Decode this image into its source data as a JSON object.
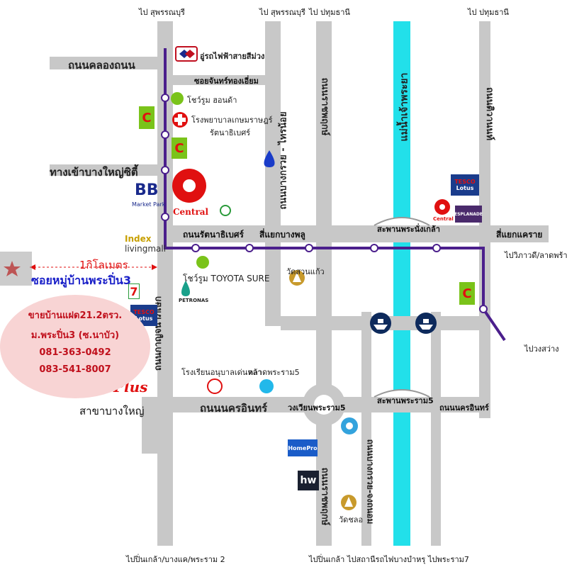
{
  "directions": {
    "top_suphan_left": "ไป สุพรรณบุรี",
    "top_suphan_right": "ไป สุพรรณบุรี",
    "top_pathum_1": "ไป ปทุมธานี",
    "top_pathum_2": "ไป ปทุมธานี",
    "right_wong_sawang": "ไปวงสว่าง",
    "right_vibhavadi": "ไปวิภาวดี/ลาดพร้าว",
    "bottom_pinklao_1": "ไปปิ่นเกล้า/บางแค/พระราม 2",
    "bottom_pinklao_2": "ไปปิ่นเกล้า",
    "bottom_tao_poon": "ไปสถานีรถไฟบางบำหรุ",
    "bottom_rama7": "ไปพระราม7"
  },
  "roads": {
    "khlong_thanon": "ถนนคลองถนน",
    "bang_yai_entrance": "ทางเข้าบางใหญ่ซิตี้",
    "soi_chan_thongiam": "ซอยจันทร์ทองเอี่ยม",
    "rattanathibet": "ถนนรัตนาธิเบศร์",
    "bang_phlu_junction": "สี่แยกบางพลู",
    "phra_nang_klao_bridge": "สะพานพระนั่งเกล้า",
    "khae_rai_junction": "สี่แยกแคราย",
    "nakhon_in": "ถนนนครอินทร์",
    "nakhon_in_right": "ถนนนครอินทร์",
    "rama5_circle": "วงเวียนพระราม5",
    "rama5_bridge": "สะพานพระราม5",
    "kanchanaphisek": "ถนนกาญจนาภิเษก",
    "bang_kruai_sai_noi": "ถนนบางกรวย - ไทรน้อย",
    "ratchaphruek_top": "ถนนราชพฤกษ์",
    "ratchaphruek_bottom": "ถนนราชพฤกษ์",
    "chaophraya_river": "แม่น้ำเจ้าพระยา",
    "tiwanon": "ถนนติวานนท์",
    "bang_kruai_tha_nam": "ถนนบางกรวย-จงถนอม"
  },
  "pois": {
    "purple_line_depot": "อู่รถไฟฟ้าสายสีม่วง",
    "honda_showroom": "โชว์รูม ฮอนด้า",
    "kasemrad_hospital_1": "โรงพยาบาลเกษมราษฎร์",
    "kasemrad_hospital_2": "รัตนาธิเบศร์",
    "bb_market": "BB",
    "bb_market_sub": "Market Park",
    "central": "Central",
    "index_living_1": "Index",
    "index_living_2": "livingmall",
    "toyota_showroom": "โชว์รูม TOYOTA SURE",
    "wat_suan_kaeo": "วัดสวนแก้ว",
    "tesco_lotus_left_1": "TESCO",
    "tesco_lotus_left_2": "Lotus",
    "tesco_lotus_right_1": "TESCO",
    "tesco_lotus_right_2": "Lotus",
    "petronas": "PETRONAS",
    "school": "โรงเรียนอนุบาลเด่นหล้า",
    "rama5_market": "ตลาดพระราม5",
    "homepro": "HomePro",
    "hw": "hw",
    "wat_chalo": "วัดชลอ",
    "big_c_letter": "C",
    "central_right": "Central",
    "esplanade": "ESPLANADE",
    "plus_logo": "Plus",
    "bang_yai_branch": "สาขาบางใหญ่",
    "seven_eleven": "7"
  },
  "property": {
    "distance": "1กิโลเมตร",
    "soi_name": "ซอยหมู่บ้านพระปิ่น3",
    "sale_line1": "ขายบ้านแฝด21.2ตรว.",
    "sale_line2": "ม.พระปิ่น3 (ซ.นาบัว)",
    "phone1": "081-363-0492",
    "phone2": "083-541-8007"
  },
  "colors": {
    "road_gray": "#c8c8c8",
    "purple_line": "#4b1f8c",
    "river_cyan": "#22e0ea",
    "marker_red": "#e01010",
    "soi_blue": "#1a20c8",
    "sale_bubble": "#f8d4d4",
    "sale_text": "#c0101c"
  }
}
